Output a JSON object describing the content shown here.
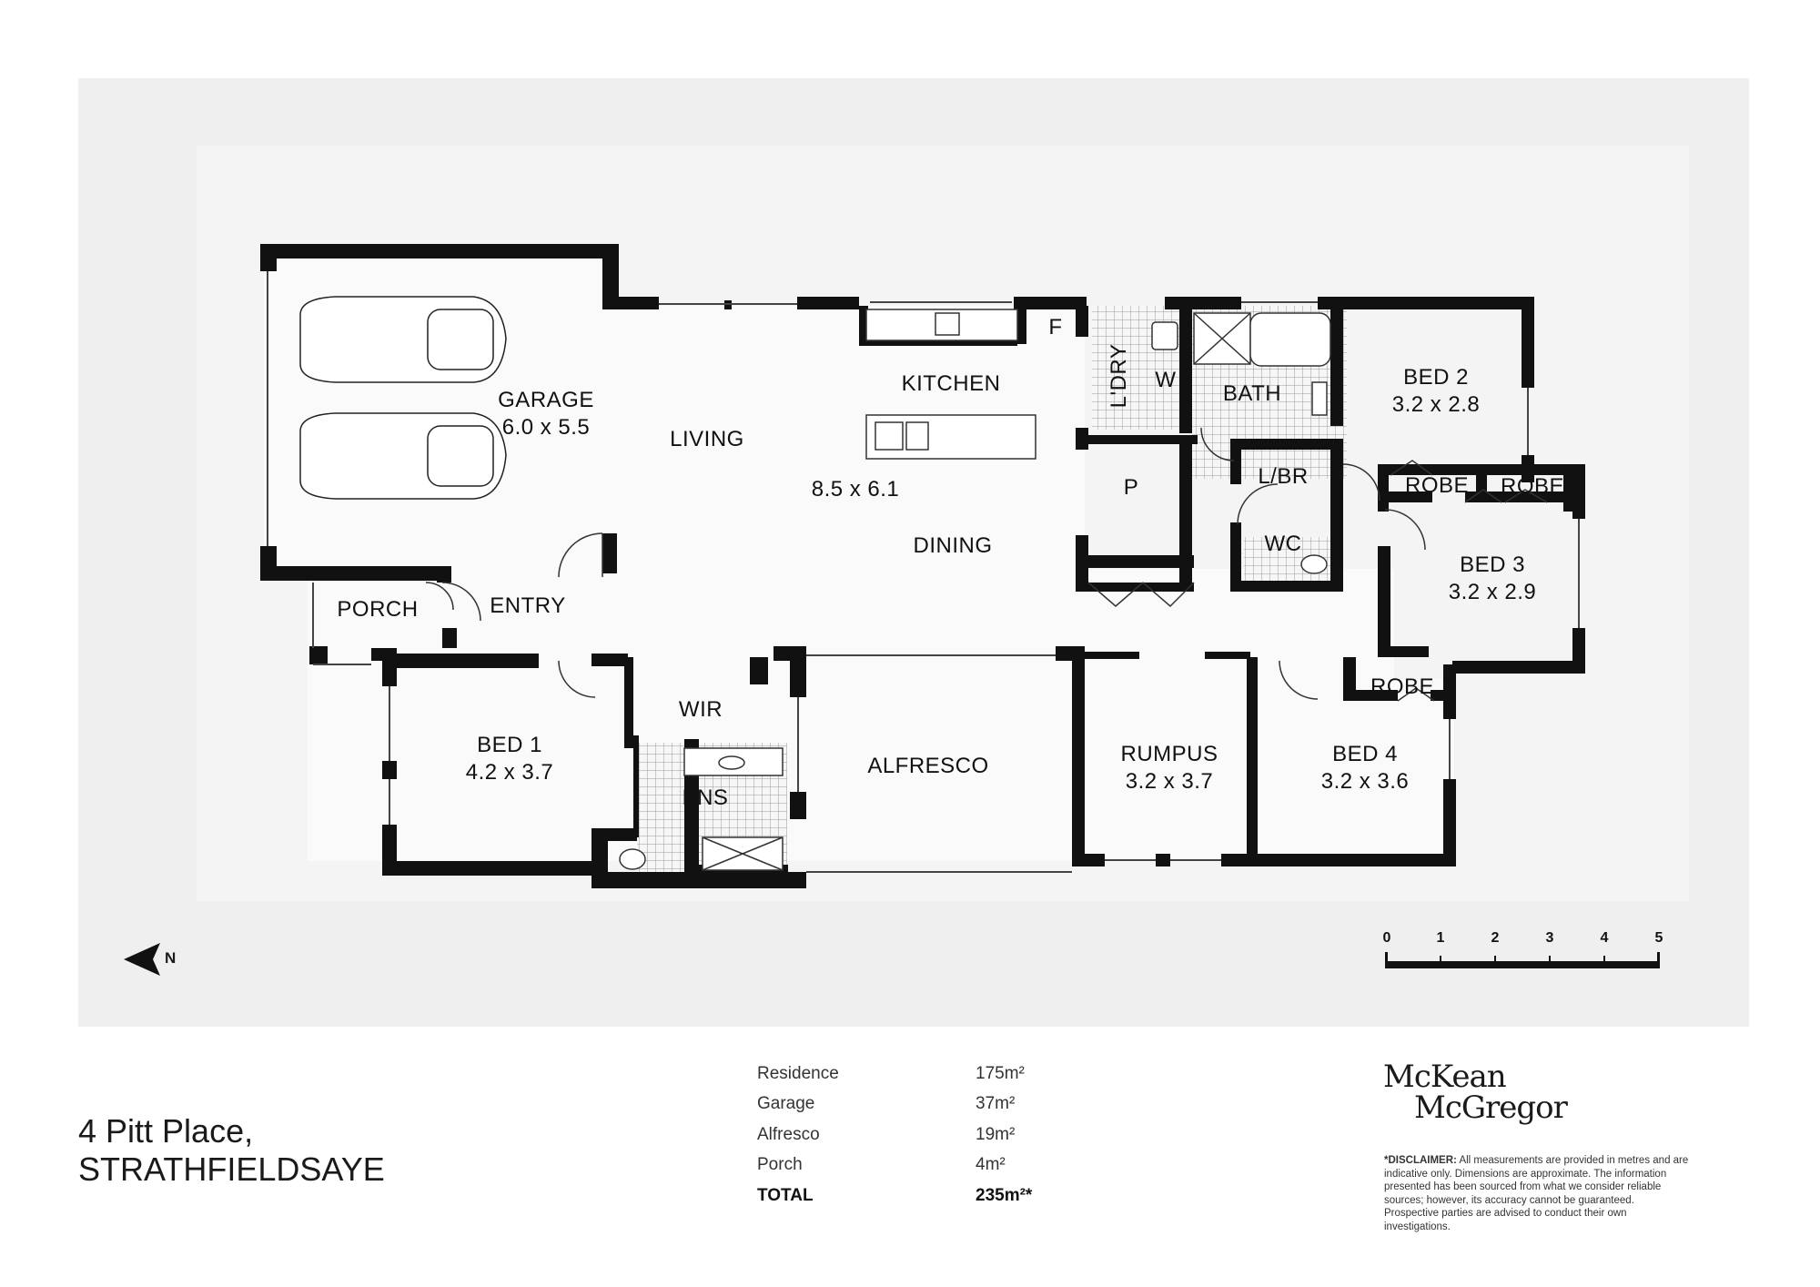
{
  "rooms": {
    "garage": {
      "name": "GARAGE",
      "dims": "6.0 x 5.5"
    },
    "living": {
      "name": "LIVING"
    },
    "kitchen": {
      "name": "KITCHEN"
    },
    "living_dims": {
      "dims": "8.5 x 6.1"
    },
    "dining": {
      "name": "DINING"
    },
    "fridge": {
      "name": "F"
    },
    "laundry": {
      "name": "L'DRY"
    },
    "washer": {
      "name": "W"
    },
    "bath": {
      "name": "BATH"
    },
    "bed2": {
      "name": "BED 2",
      "dims": "3.2 x 2.8"
    },
    "pantry": {
      "name": "P"
    },
    "linen": {
      "name": "L/BR"
    },
    "wc": {
      "name": "WC"
    },
    "robe_bed2": {
      "name": "ROBE"
    },
    "robe_bed3": {
      "name": "ROBE"
    },
    "bed3": {
      "name": "BED 3",
      "dims": "3.2 x 2.9"
    },
    "porch": {
      "name": "PORCH"
    },
    "entry": {
      "name": "ENTRY"
    },
    "wir": {
      "name": "WIR"
    },
    "bed1": {
      "name": "BED 1",
      "dims": "4.2 x 3.7"
    },
    "ens": {
      "name": "ENS"
    },
    "alfresco": {
      "name": "ALFRESCO"
    },
    "rumpus": {
      "name": "RUMPUS",
      "dims": "3.2 x 3.7"
    },
    "robe_bed4": {
      "name": "ROBE"
    },
    "bed4": {
      "name": "BED 4",
      "dims": "3.2 x 3.6"
    }
  },
  "north": {
    "label": "N"
  },
  "scale": {
    "ticks": [
      "0",
      "1",
      "2",
      "3",
      "4",
      "5"
    ]
  },
  "address": {
    "line1": "4 Pitt Place,",
    "line2": "STRATHFIELDSAYE"
  },
  "areas": [
    {
      "name": "Residence",
      "value": "175m²"
    },
    {
      "name": "Garage",
      "value": "37m²"
    },
    {
      "name": "Alfresco",
      "value": "19m²"
    },
    {
      "name": "Porch",
      "value": "4m²"
    }
  ],
  "total": {
    "name": "TOTAL",
    "value": "235m²*"
  },
  "brand": {
    "line1": "McKean",
    "line2": "McGregor"
  },
  "disclaimer": {
    "label": "*DISCLAIMER:",
    "text": "All measurements are provided in metres and are indicative only. Dimensions are approximate. The information presented has been sourced from what we consider reliable sources; however, its accuracy cannot be guaranteed. Prospective parties are advised to conduct their own investigations."
  },
  "colors": {
    "wall": "#111111",
    "panel": "#efefef",
    "floor": "#fafafa",
    "tile": "#9a9a9a"
  }
}
